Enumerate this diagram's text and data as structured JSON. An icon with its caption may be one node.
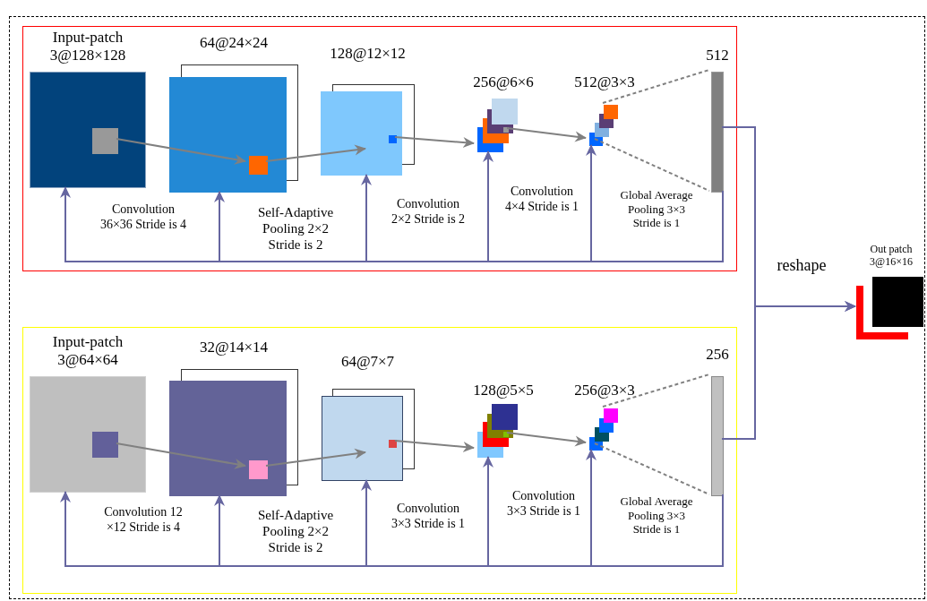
{
  "diagram": {
    "nodes": [
      {
        "text": [],
        "shape": "box"
      },
      {
        "text": [],
        "shape": "box",
        "in": 0
      },
      {
        "text": [
          "Input-patch 3@128×128"
        ],
        "in": 1
      },
      {
        "text": [
          "64@24×24"
        ],
        "in": 1
      },
      {
        "text": [
          "128@12×12"
        ],
        "in": 1
      },
      {
        "text": [
          "256@6×6"
        ],
        "in": 1
      },
      {
        "text": [
          "512@3×3"
        ],
        "in": 1
      },
      {
        "text": [
          "512"
        ],
        "in": 1
      },
      {
        "text": [],
        "shape": "box",
        "in": 0
      },
      {
        "text": [
          "Input-patch 3@64×64"
        ],
        "in": 8
      },
      {
        "text": [
          "32@14×14"
        ],
        "in": 8
      },
      {
        "text": [
          "64@7×7"
        ],
        "in": 8
      },
      {
        "text": [
          "128@5×5"
        ],
        "in": 8
      },
      {
        "text": [
          "256@3×3"
        ],
        "in": 8
      },
      {
        "text": [
          "256"
        ],
        "in": 8
      },
      {
        "text": [
          "Out patch 3@16×16"
        ],
        "in": 0
      }
    ],
    "edges": [
      {
        "from": 2,
        "to": 3,
        "arrow": "to",
        "color": "#808080"
      },
      {
        "from": 3,
        "to": 4,
        "arrow": "to",
        "color": "#808080"
      },
      {
        "from": 4,
        "to": 5,
        "arrow": "to",
        "color": "#808080"
      },
      {
        "from": 5,
        "to": 6,
        "arrow": "to",
        "color": "#808080"
      },
      {
        "from": 6,
        "to": 7,
        "arrow": "none",
        "style": "dashed",
        "color": "#808080"
      },
      {
        "from": 6,
        "to": 7,
        "arrow": "none",
        "style": "dashed",
        "color": "#808080"
      },
      {
        "from": 7,
        "to": 2,
        "arrow": "to"
      },
      {
        "from": 7,
        "to": 3,
        "arrow": "to"
      },
      {
        "from": 7,
        "to": 4,
        "arrow": "to"
      },
      {
        "from": 7,
        "to": 5,
        "arrow": "to"
      },
      {
        "from": 7,
        "to": 6,
        "arrow": "to"
      },
      {
        "from": 9,
        "to": 10,
        "arrow": "to",
        "color": "#808080"
      },
      {
        "from": 10,
        "to": 11,
        "arrow": "to",
        "color": "#808080"
      },
      {
        "from": 11,
        "to": 12,
        "arrow": "to",
        "color": "#808080"
      },
      {
        "from": 12,
        "to": 13,
        "arrow": "to",
        "color": "#808080"
      },
      {
        "from": 13,
        "to": 14,
        "arrow": "none",
        "style": "dashed",
        "color": "#808080"
      },
      {
        "from": 13,
        "to": 14,
        "arrow": "none",
        "style": "dashed",
        "color": "#808080"
      },
      {
        "from": 14,
        "to": 9,
        "arrow": "to"
      },
      {
        "from": 14,
        "to": 10,
        "arrow": "to"
      },
      {
        "from": 14,
        "to": 11,
        "arrow": "to"
      },
      {
        "from": 14,
        "to": 12,
        "arrow": "to"
      },
      {
        "from": 14,
        "to": 13,
        "arrow": "to"
      },
      {
        "from": 7,
        "to": 15,
        "arrow": "to"
      },
      {
        "from": 14,
        "to": 15,
        "arrow": "to"
      }
    ],
    "labels": [
      "Convolution 36×36 Stride is 4",
      "Self-Adaptive Pooling 2×2 Stride is 2",
      "Convolution 2×2 Stride is 2",
      "Convolution 4×4 Stride is 1",
      "Global Average Pooling 3×3 Stride is 1",
      "reshape",
      "Convolution 12 ×12 Stride is 4",
      "Self-Adaptive Pooling 2×2 Stride is 2",
      "Convolution 3×3 Stride is 1",
      "Convolution 3×3 Stride is 1",
      "Global Average Pooling 3×3 Stride is 1"
    ]
  }
}
